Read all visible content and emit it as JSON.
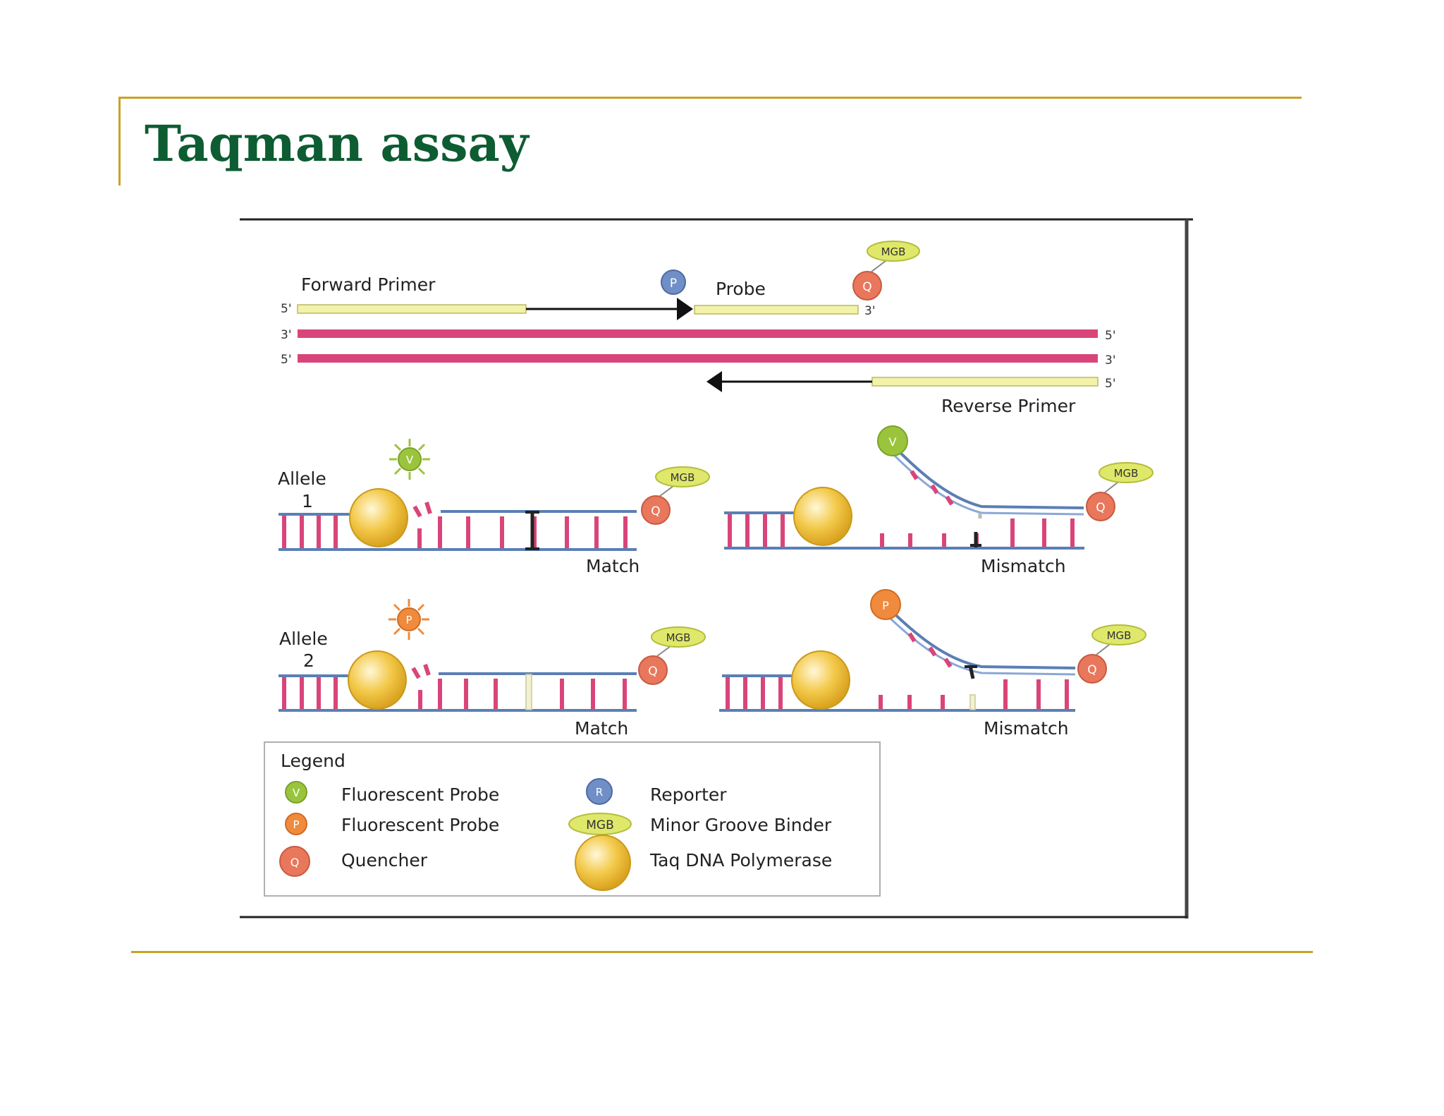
{
  "slide": {
    "title": "Taqman assay"
  },
  "colors": {
    "frame": "#c9a227",
    "title": "#0d5c32",
    "dna_strand": "#d9457a",
    "dna_backbone": "#5b7fb5",
    "primer_fill": "#f2f2a8",
    "polymerase": "#f3c94a",
    "dye_v": "#9bc43d",
    "dye_p": "#f08a3c",
    "quencher": "#e8775c",
    "reporter": "#6f8fc6",
    "mgb": "#dfe86a"
  },
  "diagram": {
    "top": {
      "forward_primer": "Forward Primer",
      "probe": "Probe",
      "reverse_primer": "Reverse Primer",
      "end_5": "5'",
      "end_3": "3'",
      "reporter_letter": "P",
      "quencher_letter": "Q",
      "mgb": "MGB"
    },
    "allele1": {
      "label_line1": "Allele",
      "label_line2": "1",
      "match": "Match",
      "mismatch": "Mismatch",
      "dye_letter": "V"
    },
    "allele2": {
      "label_line1": "Allele",
      "label_line2": "2",
      "match": "Match",
      "mismatch": "Mismatch",
      "dye_letter": "P"
    },
    "legend": {
      "title": "Legend",
      "items": [
        {
          "symbol": "V",
          "icon": "fluorescent-dye-v-icon",
          "text": "Fluorescent Probe"
        },
        {
          "symbol": "P",
          "icon": "fluorescent-dye-p-icon",
          "text": "Fluorescent Probe"
        },
        {
          "symbol": "Q",
          "icon": "quencher-icon",
          "text": "Quencher"
        },
        {
          "symbol": "R",
          "icon": "reporter-icon",
          "text": "Reporter"
        },
        {
          "symbol": "MGB",
          "icon": "mgb-icon",
          "text": "Minor Groove Binder"
        },
        {
          "symbol": "",
          "icon": "polymerase-icon",
          "text": "Taq DNA Polymerase"
        }
      ]
    }
  }
}
